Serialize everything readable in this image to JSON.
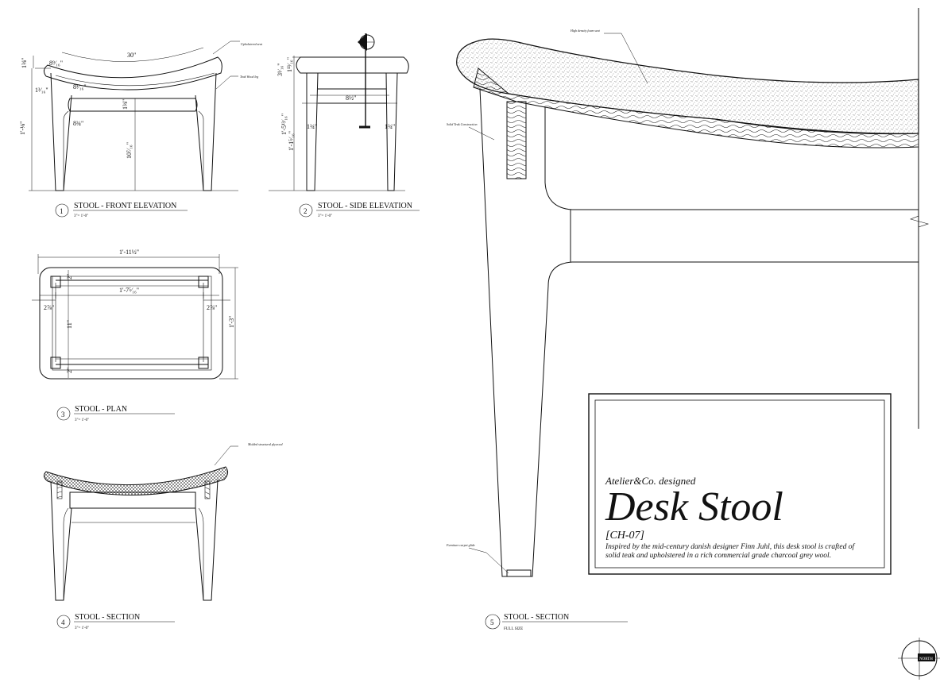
{
  "views": [
    {
      "num": "1",
      "title": "STOOL - FRONT ELEVATION",
      "scale": "3\"= 1'-0\""
    },
    {
      "num": "2",
      "title": "STOOL - SIDE ELEVATION",
      "scale": "3\"= 1'-0\""
    },
    {
      "num": "3",
      "title": "STOOL - PLAN",
      "scale": "3\"= 1'-0\""
    },
    {
      "num": "4",
      "title": "STOOL - SECTION",
      "scale": "3\"= 1'-0\""
    },
    {
      "num": "5",
      "title": "STOOL - SECTION",
      "scale": "FULL SIZE"
    }
  ],
  "front_dims": {
    "width_top": "30\"",
    "seat_thick_a": "1⅜\"",
    "seat_thick_b": "8⁹⁄₁₆\"",
    "seat_left": "1³⁄₁₆\"",
    "seat_inset": "8¹⁄₁₆\"",
    "apron": "1⅜\"",
    "apron_gap": "8¾\"",
    "overall_h": "1'-⅛\"",
    "rail_h": "10⁷⁄₁₆\""
  },
  "side_dims": {
    "seat_a": "3¹⁄₁₆\"",
    "seat_b": "1¹³⁄₁₆\"",
    "overall": "1'-5¹³⁄₁₆\"",
    "overall_b": "1'-1⁵⁄₁₆\"",
    "rail_span": "8½\"",
    "leg_l": "1¾\"",
    "leg_r": "1¾\""
  },
  "plan_dims": {
    "overall_w": "1'-11½\"",
    "inner_w": "1'-7⁵⁄₁₆\"",
    "side_a": "2⅞\"",
    "side_b": "2⅞\"",
    "depth": "11\"",
    "overall_d": "1'-3\"",
    "gap_top": "2\"",
    "gap_bot": "2\""
  },
  "notes": {
    "upholstered": "Upholstered seat",
    "teak": "Teak Wood leg",
    "molded": "Molded structural plywood",
    "foam": "High density foam seat",
    "solid_teak": "Solid Teak Construction",
    "glide": "Furniture carpet glide"
  },
  "title_block": {
    "designer": "Atelier&Co. designed",
    "name": "Desk Stool",
    "code": "[CH-07]",
    "desc_line1": "Inspired by the mid-century danish designer Finn Juhl, this desk stool is crafted of",
    "desc_line2": "solid teak and upholstered in a rich commercial grade charcoal grey wool."
  },
  "north": "NORTH"
}
